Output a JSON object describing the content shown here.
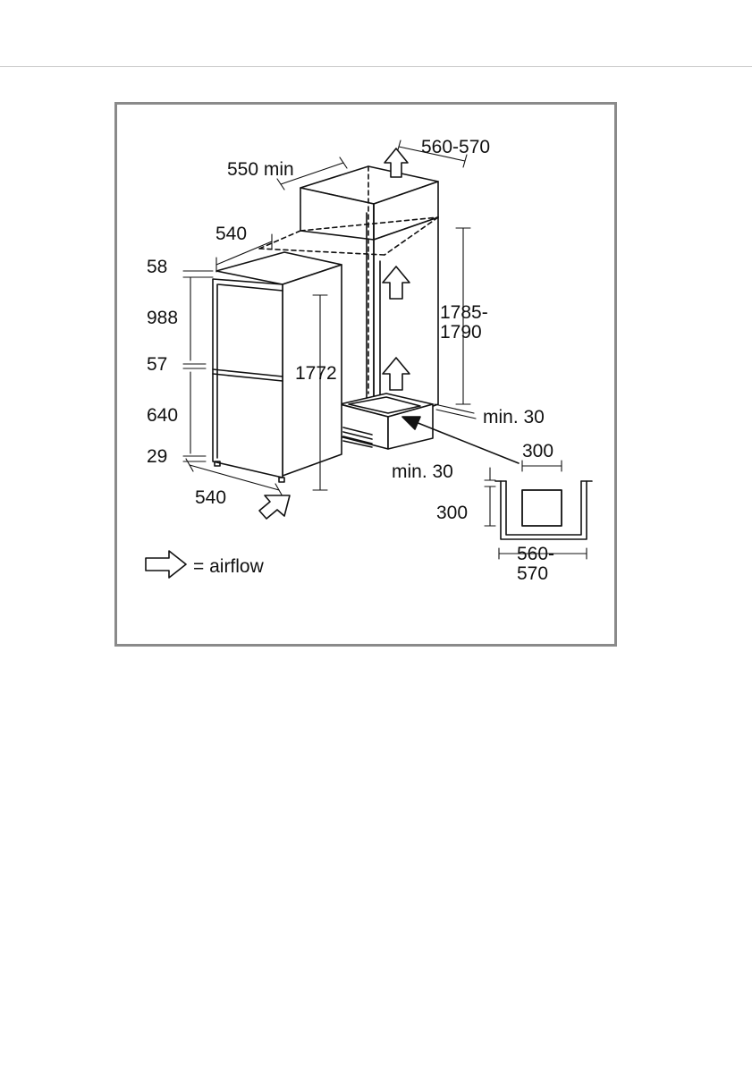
{
  "labels": {
    "niche_depth": "550 min",
    "niche_width": "560-570",
    "appliance_width": "540",
    "top_gap": "58",
    "fridge_height": "988",
    "middle_gap": "57",
    "freezer_height": "640",
    "bottom_gap": "29",
    "appliance_depth": "540",
    "appliance_height": "1772",
    "niche_height_1": "1785-",
    "niche_height_2": "1790",
    "rear_gap": "min. 30",
    "vent_width": "300",
    "vent_gap": "min. 30",
    "vent_height": "300",
    "plinth_width_1": "560-",
    "plinth_width_2": "570"
  },
  "legend": {
    "text": "= airflow"
  },
  "colors": {
    "line": "#111111",
    "frame": "#8a8a8a",
    "rule": "#c8c8c8"
  }
}
